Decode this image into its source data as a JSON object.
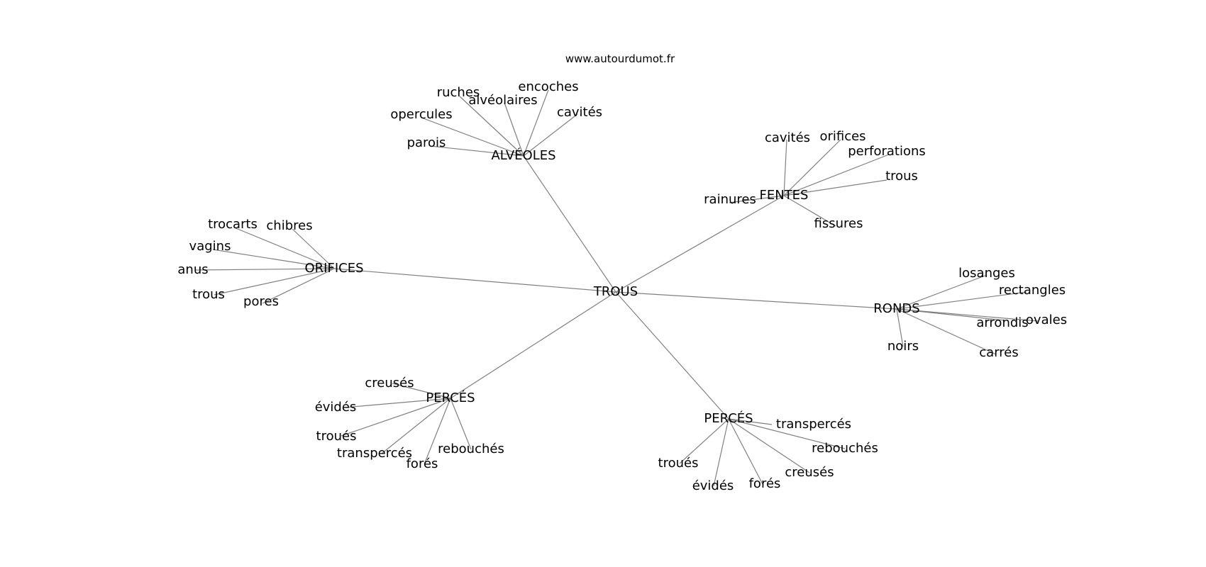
{
  "credit": "www.autourdumot.fr",
  "center": "TROUS",
  "edge_color": "#808080",
  "text_color": "#000000",
  "hubs": [
    {
      "id": "alveoles",
      "label": "ALVÉOLES",
      "leaves": [
        "ruches",
        "alvéolaires",
        "encoches",
        "opercules",
        "cavités",
        "parois"
      ]
    },
    {
      "id": "fentes",
      "label": "FENTES",
      "leaves": [
        "cavités",
        "orifices",
        "perforations",
        "trous",
        "rainures",
        "fissures"
      ]
    },
    {
      "id": "orifices",
      "label": "ORIFICES",
      "leaves": [
        "trocarts",
        "chibres",
        "vagins",
        "anus",
        "trous",
        "pores"
      ]
    },
    {
      "id": "ronds",
      "label": "RONDS",
      "leaves": [
        "losanges",
        "rectangles",
        "arrondis",
        "ovales",
        "noirs",
        "carrés"
      ]
    },
    {
      "id": "perces-left",
      "label": "PERCÉS",
      "leaves": [
        "creusés",
        "évidés",
        "troués",
        "transpercés",
        "forés",
        "rebouchés"
      ]
    },
    {
      "id": "perces-right",
      "label": "PERCÉS",
      "leaves": [
        "transpercés",
        "rebouchés",
        "troués",
        "creusés",
        "évidés",
        "forés"
      ]
    }
  ]
}
